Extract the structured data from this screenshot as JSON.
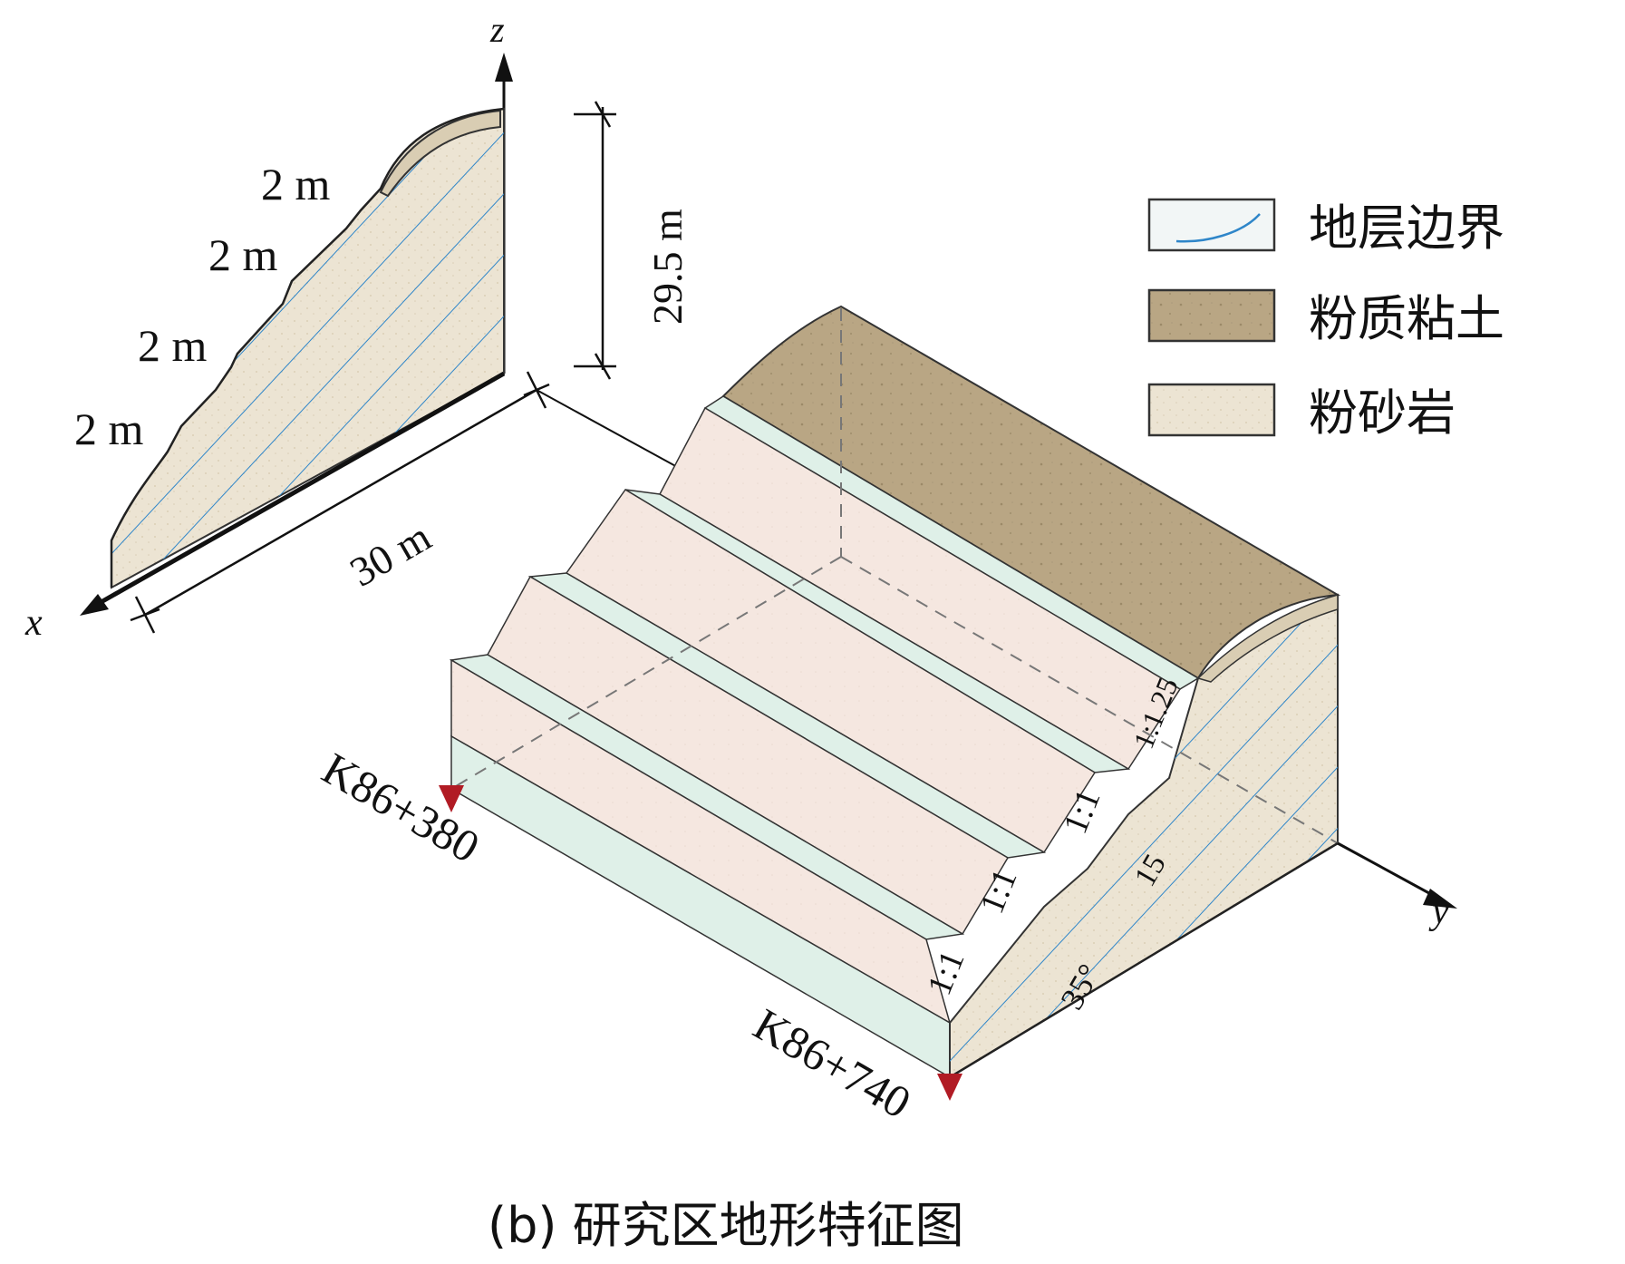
{
  "axes": {
    "x": "x",
    "y": "y",
    "z": "z"
  },
  "dimensions": {
    "height": "29.5 m",
    "length": "30 m"
  },
  "bench_widths": [
    "2 m",
    "2 m",
    "2 m",
    "2 m"
  ],
  "slope_ratios": [
    "1:1",
    "1:1",
    "1:1",
    "1:1.25"
  ],
  "strata_dip": "15",
  "strata_angle": "35°",
  "stations": {
    "start": "K86+380",
    "end": "K86+740"
  },
  "legend": [
    {
      "label": "地层边界",
      "swatch": "boundary"
    },
    {
      "label": "粉质粘土",
      "swatch": "silty-clay"
    },
    {
      "label": "粉砂岩",
      "swatch": "siltstone"
    }
  ],
  "caption": "(b) 研究区地形特征图",
  "colors": {
    "silty_clay": "#b9a684",
    "siltstone": "#ece4d3",
    "slope_face": "#f5e7e0",
    "bench_platform": "#dff0e8",
    "boundary_line": "#2f86c9",
    "station_marker": "#b11b24"
  }
}
